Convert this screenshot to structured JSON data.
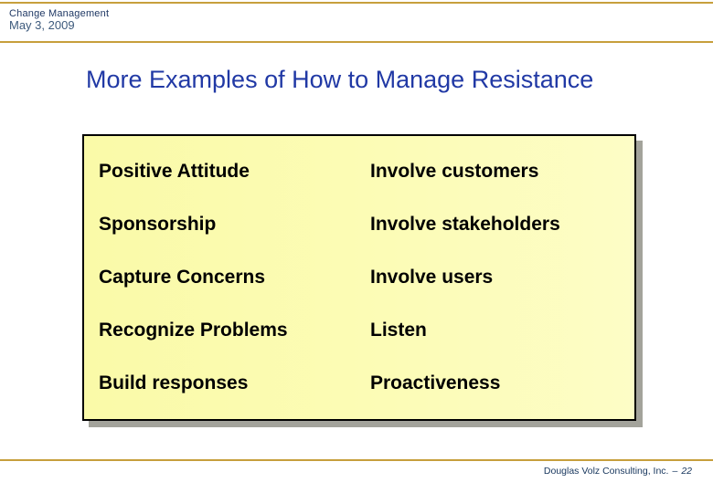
{
  "header": {
    "category": "Change Management",
    "date": "May 3, 2009"
  },
  "title": "More Examples of How to Manage Resistance",
  "content_box": {
    "rows": [
      {
        "left": "Positive Attitude",
        "right": "Involve customers"
      },
      {
        "left": "Sponsorship",
        "right": "Involve stakeholders"
      },
      {
        "left": "Capture Concerns",
        "right": "Involve users"
      },
      {
        "left": "Recognize Problems",
        "right": "Listen"
      },
      {
        "left": "Build responses",
        "right": "Proactiveness"
      }
    ]
  },
  "footer": {
    "company": "Douglas Volz Consulting, Inc.",
    "separator": "–",
    "page_number": "22"
  },
  "colors": {
    "accent_gold": "#C79F3C",
    "title_blue": "#2139A5",
    "header_navy": "#1F3864",
    "date_blue": "#3D5A7C",
    "box_fill": "#FBFBB1",
    "box_border": "#000000",
    "box_shadow_gray": "#A3A39B",
    "footer_navy": "#17365D"
  }
}
